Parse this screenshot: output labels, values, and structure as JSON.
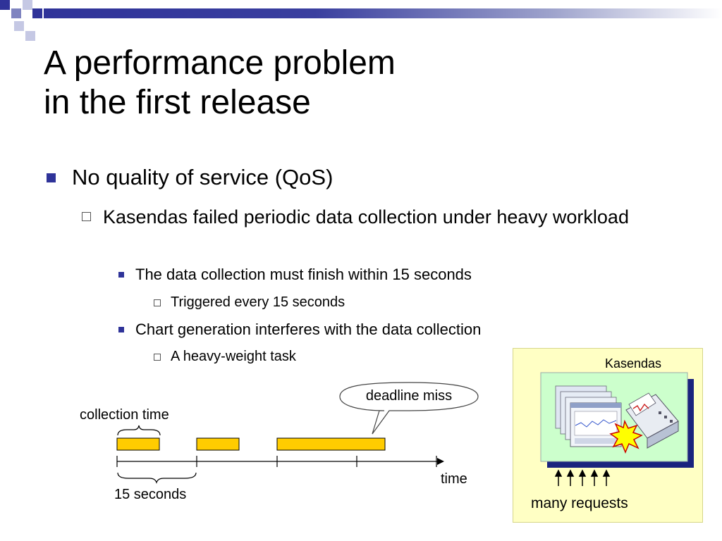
{
  "slide": {
    "title_line1": "A performance problem",
    "title_line2": "in the first release",
    "bullet1": "No quality of service (QoS)",
    "bullet2": "Kasendas failed periodic data collection under heavy workload",
    "bullet3a": "The data collection must finish within 15 seconds",
    "bullet4a": "Triggered every 15 seconds",
    "bullet3b": "Chart generation interferes with the data collection",
    "bullet4b": "A heavy-weight task"
  },
  "timeline": {
    "collection_label": "collection time",
    "period_label": "15 seconds",
    "axis_label": "time",
    "callout": "deadline miss"
  },
  "kasendas": {
    "name": "Kasendas",
    "requests_label": "many requests"
  },
  "colors": {
    "accent": "#2f3399",
    "bar_fill": "#ffcc00",
    "panel_bg": "#ffffc4",
    "screen_bg": "#ccffcc",
    "shadow": "#1a237e"
  },
  "icons": [
    "square-bullet-icon",
    "hollow-square-bullet-icon",
    "burst-icon",
    "printer-icon",
    "window-stack-icon",
    "arrow-up-icon"
  ]
}
